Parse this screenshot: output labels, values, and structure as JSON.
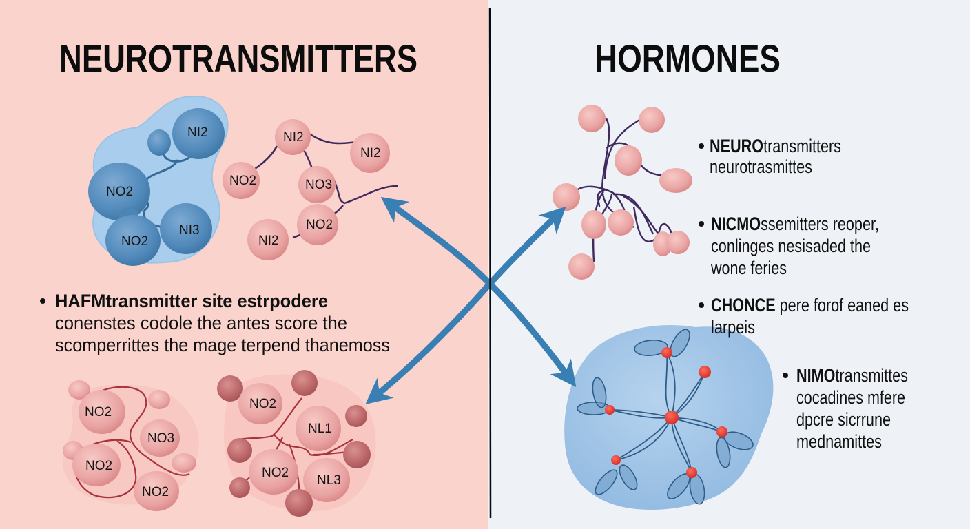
{
  "left_panel": {
    "title": "NEUROTRANSMITTERS",
    "background": "#fbd3cd",
    "cluster_blue": {
      "labels": [
        "NI2",
        "NO2",
        "NO2",
        "NI3"
      ]
    },
    "cluster_pink_chain": {
      "labels": [
        "NI2",
        "NI2",
        "NO2",
        "NO3",
        "NO2",
        "NI2"
      ]
    },
    "cluster_bottom_left": {
      "labels": [
        "NO2",
        "NO3",
        "NO2",
        "NO2"
      ]
    },
    "cluster_bottom_right": {
      "labels": [
        "NO2",
        "NL1",
        "NO2",
        "NL3"
      ]
    },
    "bullet": {
      "head": "HAFMtransmitter  site estrpodere",
      "lines": [
        "conenstes codole the antes score the",
        "scomperrittes the mage terpend thanemoss"
      ]
    }
  },
  "right_panel": {
    "title": "HORMONES",
    "background": "#eef2f7",
    "bullets": [
      {
        "head": "NEURO",
        "head_rest": "transmitters",
        "lines": [
          "neurotrasmittes"
        ]
      },
      {
        "head": "NICMO",
        "head_rest": "ssemitters reoper,",
        "lines": [
          "conlinges nesisaded the",
          "wone feries"
        ]
      },
      {
        "head": "CHONCE",
        "head_rest": " pere forof eaned es",
        "lines": [
          "larpeis"
        ]
      },
      {
        "head": "NIMO",
        "head_rest": "transmittes",
        "lines": [
          "cocadines mfere",
          "dpcre sicrrune",
          "mednamittes"
        ]
      }
    ]
  },
  "colors": {
    "arrow": "#3a7fb4",
    "divider": "#0a0a0a",
    "pink_molecule": "#e79a9a",
    "blue_molecule": "#4f88b8",
    "bond_purple": "#3f2a5e",
    "bond_red": "#a9333b",
    "node_red": "#e0382f"
  }
}
